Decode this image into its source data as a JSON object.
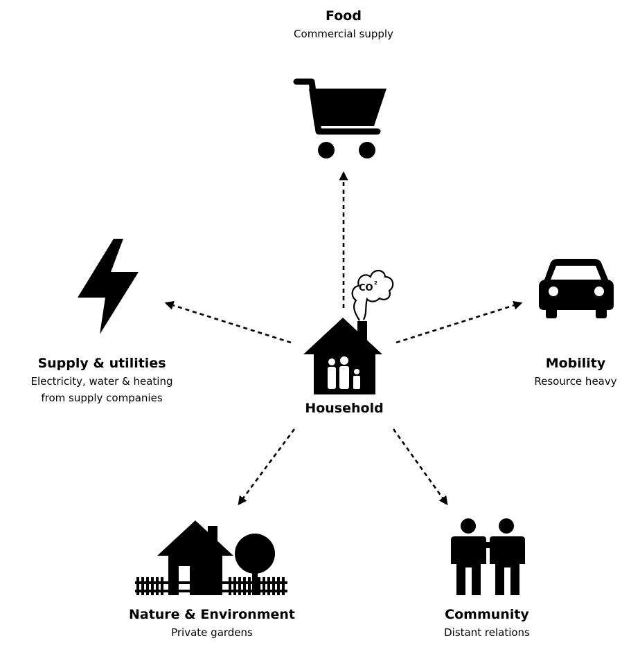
{
  "nodes": {
    "food": {
      "title": "Food",
      "subtitle": "Commercial supply"
    },
    "supply": {
      "title": "Supply & utilities",
      "subtitle_line1": "Electricity, water & heating",
      "subtitle_line2": "from supply companies"
    },
    "mobility": {
      "title": "Mobility",
      "subtitle": "Resource heavy"
    },
    "household": {
      "title": "Household",
      "emission_label": "CO",
      "emission_sup": "2"
    },
    "nature": {
      "title": "Nature & Environment",
      "subtitle": "Private gardens"
    },
    "community": {
      "title": "Community",
      "subtitle": "Distant relations"
    }
  },
  "icons": {
    "food": "shopping-cart-icon",
    "supply": "lightning-bolt-icon",
    "mobility": "car-icon",
    "household": "house-family-icon",
    "nature": "house-garden-tree-icon",
    "community": "two-people-icon"
  },
  "colors": {
    "foreground": "#000000",
    "background": "#ffffff"
  }
}
